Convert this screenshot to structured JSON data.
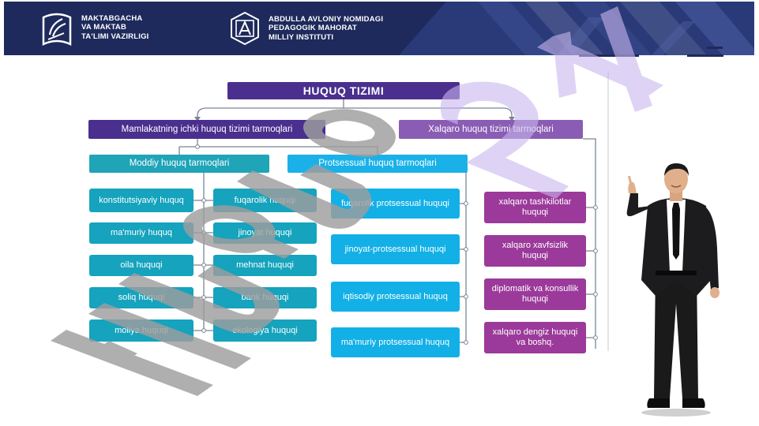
{
  "header": {
    "org1": {
      "lines": [
        "MAKTABGACHA",
        "VA MAKTAB",
        "TA'LIMI VAZIRLIGI"
      ]
    },
    "org2": {
      "lines": [
        "ABDULLA AVLONIY NOMIDAGI",
        "PEDAGOGIK MAHORAT",
        "MILLIY INSTITUTI"
      ]
    }
  },
  "diagram": {
    "root": "HUQUQ TIZIMI",
    "domestic": "Mamlakatning ichki huquq tizimi tarmoqlari",
    "international": "Xalqaro huquq tizimi tarmoqlari",
    "material": "Moddiy huquq tarmoqlari",
    "procedural": "Protsessual huquq tarmoqlari",
    "material_left": [
      "konstitutsiyaviy huquq",
      "ma'muriy huquq",
      "oila huquqi",
      "soliq huquqi",
      "moliya huquqi"
    ],
    "material_right": [
      "fuqarolik huquqi",
      "jinoyat huquqi",
      "mehnat huquqi",
      "bank huquqi",
      "ekologiya huquqi"
    ],
    "procedural_items": [
      "fuqarolik protsessual huquqi",
      "jinoyat-protsessual huquqi",
      "iqtisodiy protsessual huquq",
      "ma'muriy protsessual huquq"
    ],
    "international_items": [
      "xalqaro tashkilotlar huquqi",
      "xalqaro xavfsizlik huquqi",
      "diplomatik va konsullik huquqi",
      "xalqaro dengiz huquqi va boshq."
    ]
  },
  "colors": {
    "banner": "#1e2a5c",
    "purple": "#4a2f8e",
    "violet": "#8a5cb4",
    "teal": "#15a3bd",
    "cyan": "#12b0e6",
    "magenta": "#9b3a9a",
    "watermark": "#a8a8a8"
  },
  "watermark": {
    "text": "HUQUQ 24"
  }
}
